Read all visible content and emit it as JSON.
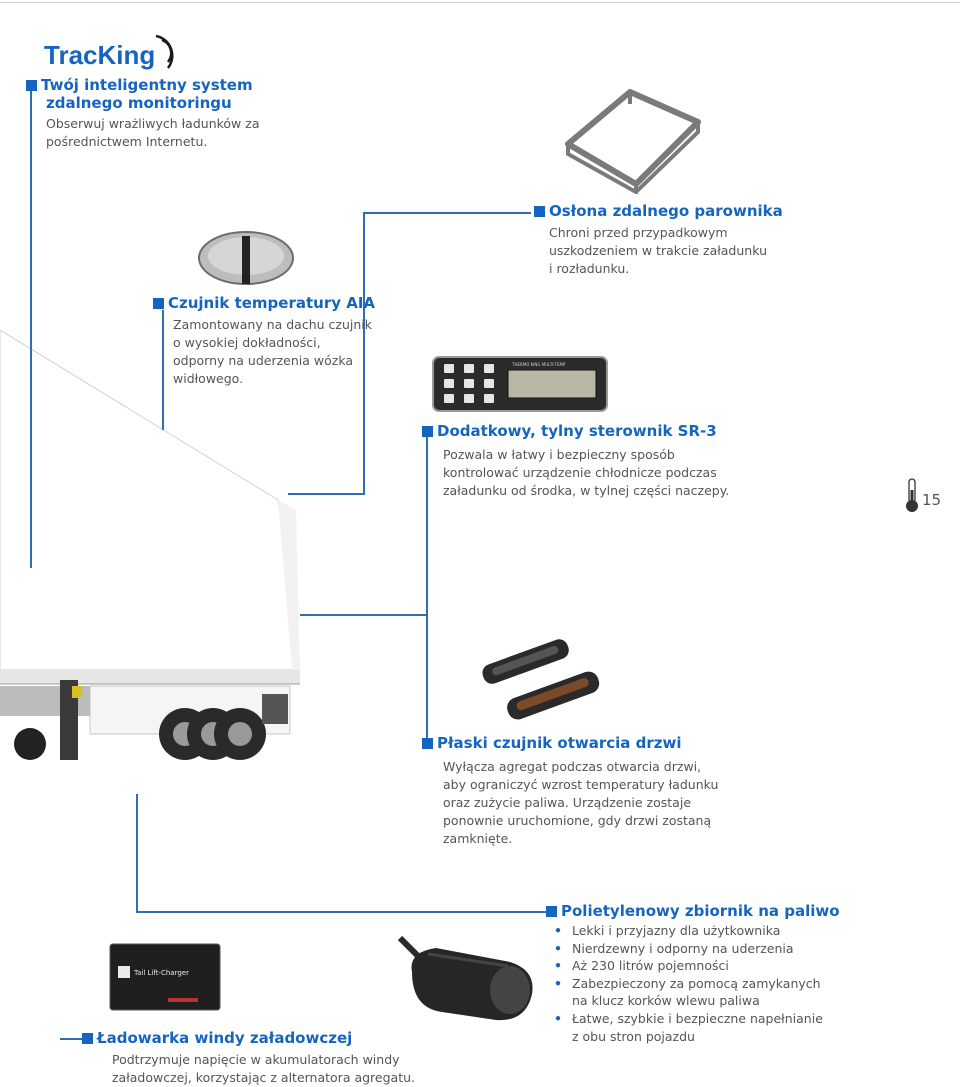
{
  "header": {
    "logo_text": "TracKing"
  },
  "sections": {
    "tracking": {
      "title": [
        "Twój inteligentny system",
        "zdalnego monitoringu"
      ],
      "desc": [
        "Obserwuj wrażliwych ładunków za",
        "pośrednictwem Internetu."
      ]
    },
    "evaporator": {
      "title": "Osłona zdalnego parownika",
      "desc": [
        "Chroni przed przypadkowym",
        "uszkodzeniem w trakcie załadunku",
        "i rozładunku."
      ]
    },
    "sensor": {
      "title": "Czujnik temperatury AIA",
      "desc": [
        "Zamontowany na dachu czujnik",
        "o wysokiej dokładności,",
        "odporny na uderzenia wózka",
        "widłowego."
      ]
    },
    "controller": {
      "title": "Dodatkowy, tylny sterownik SR-3",
      "desc": [
        "Pozwala w łatwy i bezpieczny sposób",
        "kontrolować urządzenie chłodnicze podczas",
        "załadunku od środka, w tylnej części naczepy."
      ],
      "device_label": "THERMO KING MULTI-TEMP"
    },
    "door": {
      "title": "Płaski czujnik otwarcia drzwi",
      "desc": [
        "Wyłącza agregat podczas otwarcia drzwi,",
        "aby ograniczyć wzrost temperatury ładunku",
        "oraz zużycie paliwa. Urządzenie zostaje",
        "ponownie uruchomione, gdy drzwi zostaną",
        "zamknięte."
      ]
    },
    "charger": {
      "title": "Ładowarka windy załadowczej",
      "desc": [
        "Podtrzymuje napięcie w akumulatorach windy",
        "załadowczej, korzystając z alternatora agregatu."
      ],
      "device_label": "Tail Lift-Charger"
    },
    "tank": {
      "title": "Polietylenowy zbiornik na paliwo",
      "items": [
        "Lekki i przyjazny dla użytkownika",
        "Nierdzewny i odporny na uderzenia",
        "Aż 230 litrów pojemności",
        "Zabezpieczony za pomocą zamykanych\nna klucz korków wlewu paliwa",
        "Łatwe, szybkie i bezpieczne napełnianie\nz obu stron pojazdu"
      ]
    }
  },
  "page": {
    "number": "15"
  },
  "colors": {
    "accent": "#1565c0",
    "line": "#2f6db5",
    "text": "#555555"
  }
}
